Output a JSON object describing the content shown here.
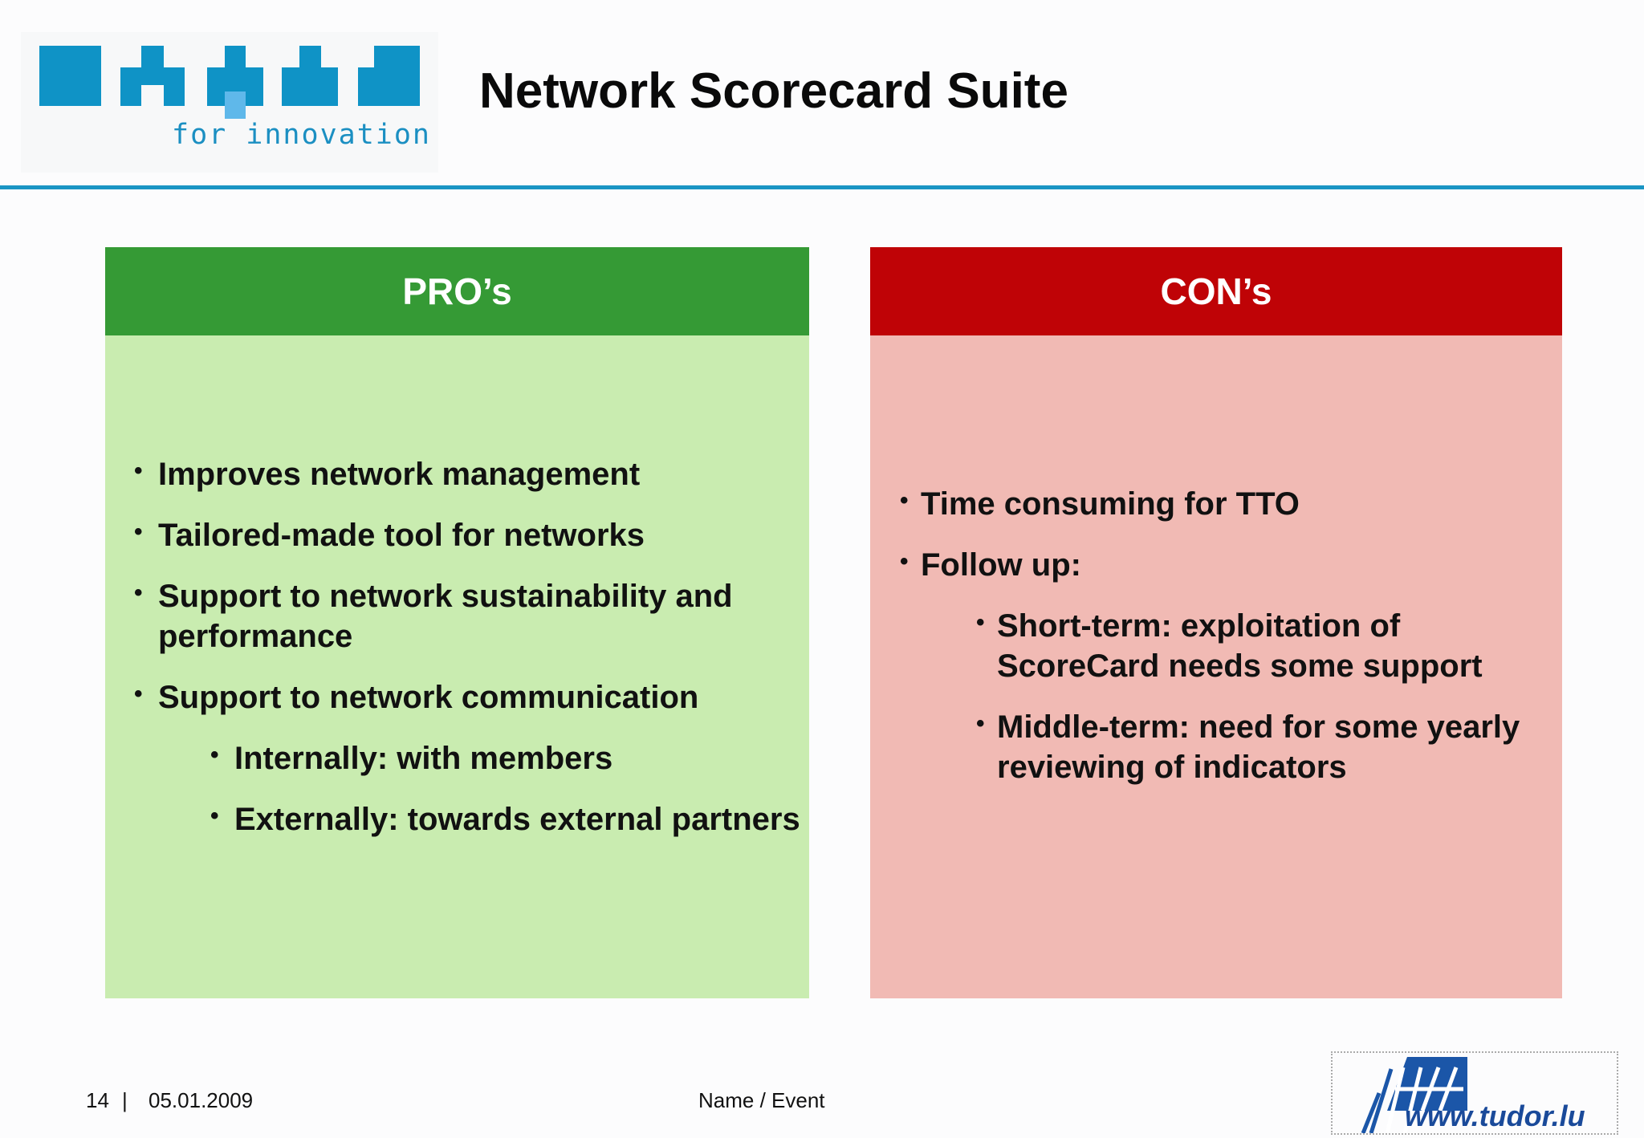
{
  "header": {
    "logo_tagline": "for innovation",
    "title": "Network Scorecard Suite"
  },
  "pros": {
    "heading": "PRO’s",
    "items": [
      {
        "level": 1,
        "text": "Improves network management"
      },
      {
        "level": 1,
        "text": "Tailored-made tool for networks"
      },
      {
        "level": 1,
        "text": "Support to network sustainability and performance"
      },
      {
        "level": 1,
        "text": "Support to network communication"
      },
      {
        "level": 2,
        "text": "Internally: with members"
      },
      {
        "level": 2,
        "text": "Externally: towards external partners"
      }
    ]
  },
  "cons": {
    "heading": "CON’s",
    "items": [
      {
        "level": 1,
        "text": "Time consuming for TTO"
      },
      {
        "level": 1,
        "text": "Follow up:"
      },
      {
        "level": 2,
        "text": "Short-term: exploitation of ScoreCard needs some support"
      },
      {
        "level": 2,
        "text": "Middle-term: need for some yearly reviewing of indicators"
      }
    ]
  },
  "footer": {
    "page_number": "14",
    "separator": "|",
    "date": "05.01.2009",
    "event": "Name / Event",
    "tudor_url": "www.tudor.lu"
  },
  "colors": {
    "pro_header": "#359a35",
    "pro_body": "#c9ecb0",
    "con_header": "#bf0306",
    "con_body": "#f1bab4",
    "accent_rule": "#1a95c4",
    "logo_blue": "#0f93c6"
  },
  "bullet_glyph": "•"
}
